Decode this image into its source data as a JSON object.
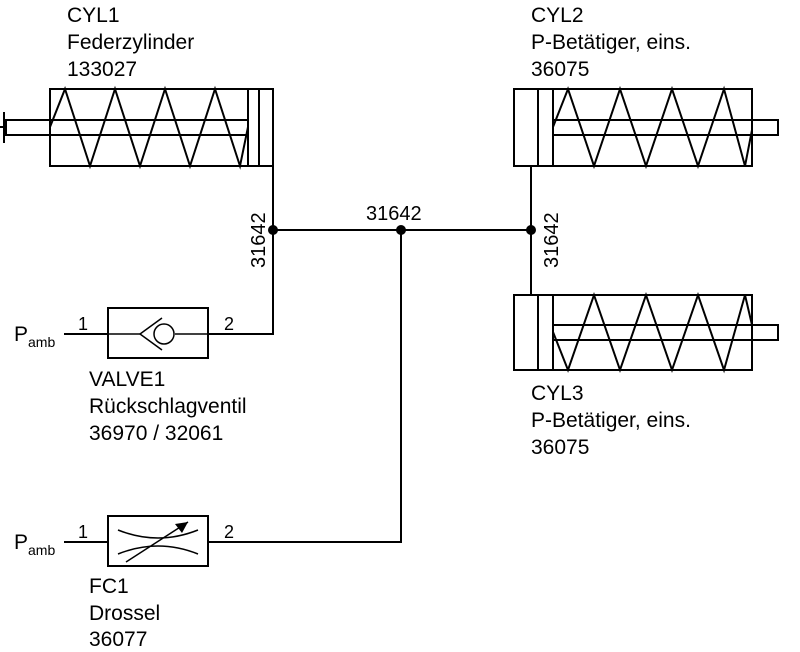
{
  "components": {
    "cyl1": {
      "id": "CYL1",
      "name": "Federzylinder",
      "part": "133027"
    },
    "cyl2": {
      "id": "CYL2",
      "name": "P-Betätiger, eins.",
      "part": "36075"
    },
    "cyl3": {
      "id": "CYL3",
      "name": "P-Betätiger, eins.",
      "part": "36075"
    },
    "valve1": {
      "id": "VALVE1",
      "name": "Rückschlagventil",
      "part": "36970 / 32061",
      "port_in": "1",
      "port_out": "2"
    },
    "fc1": {
      "id": "FC1",
      "name": "Drossel",
      "part": "36077",
      "port_in": "1",
      "port_out": "2"
    }
  },
  "wires": {
    "left_vertical": "31642",
    "horizontal": "31642",
    "right_vertical": "31642"
  },
  "ambient": {
    "main": "P",
    "sub": "amb"
  }
}
